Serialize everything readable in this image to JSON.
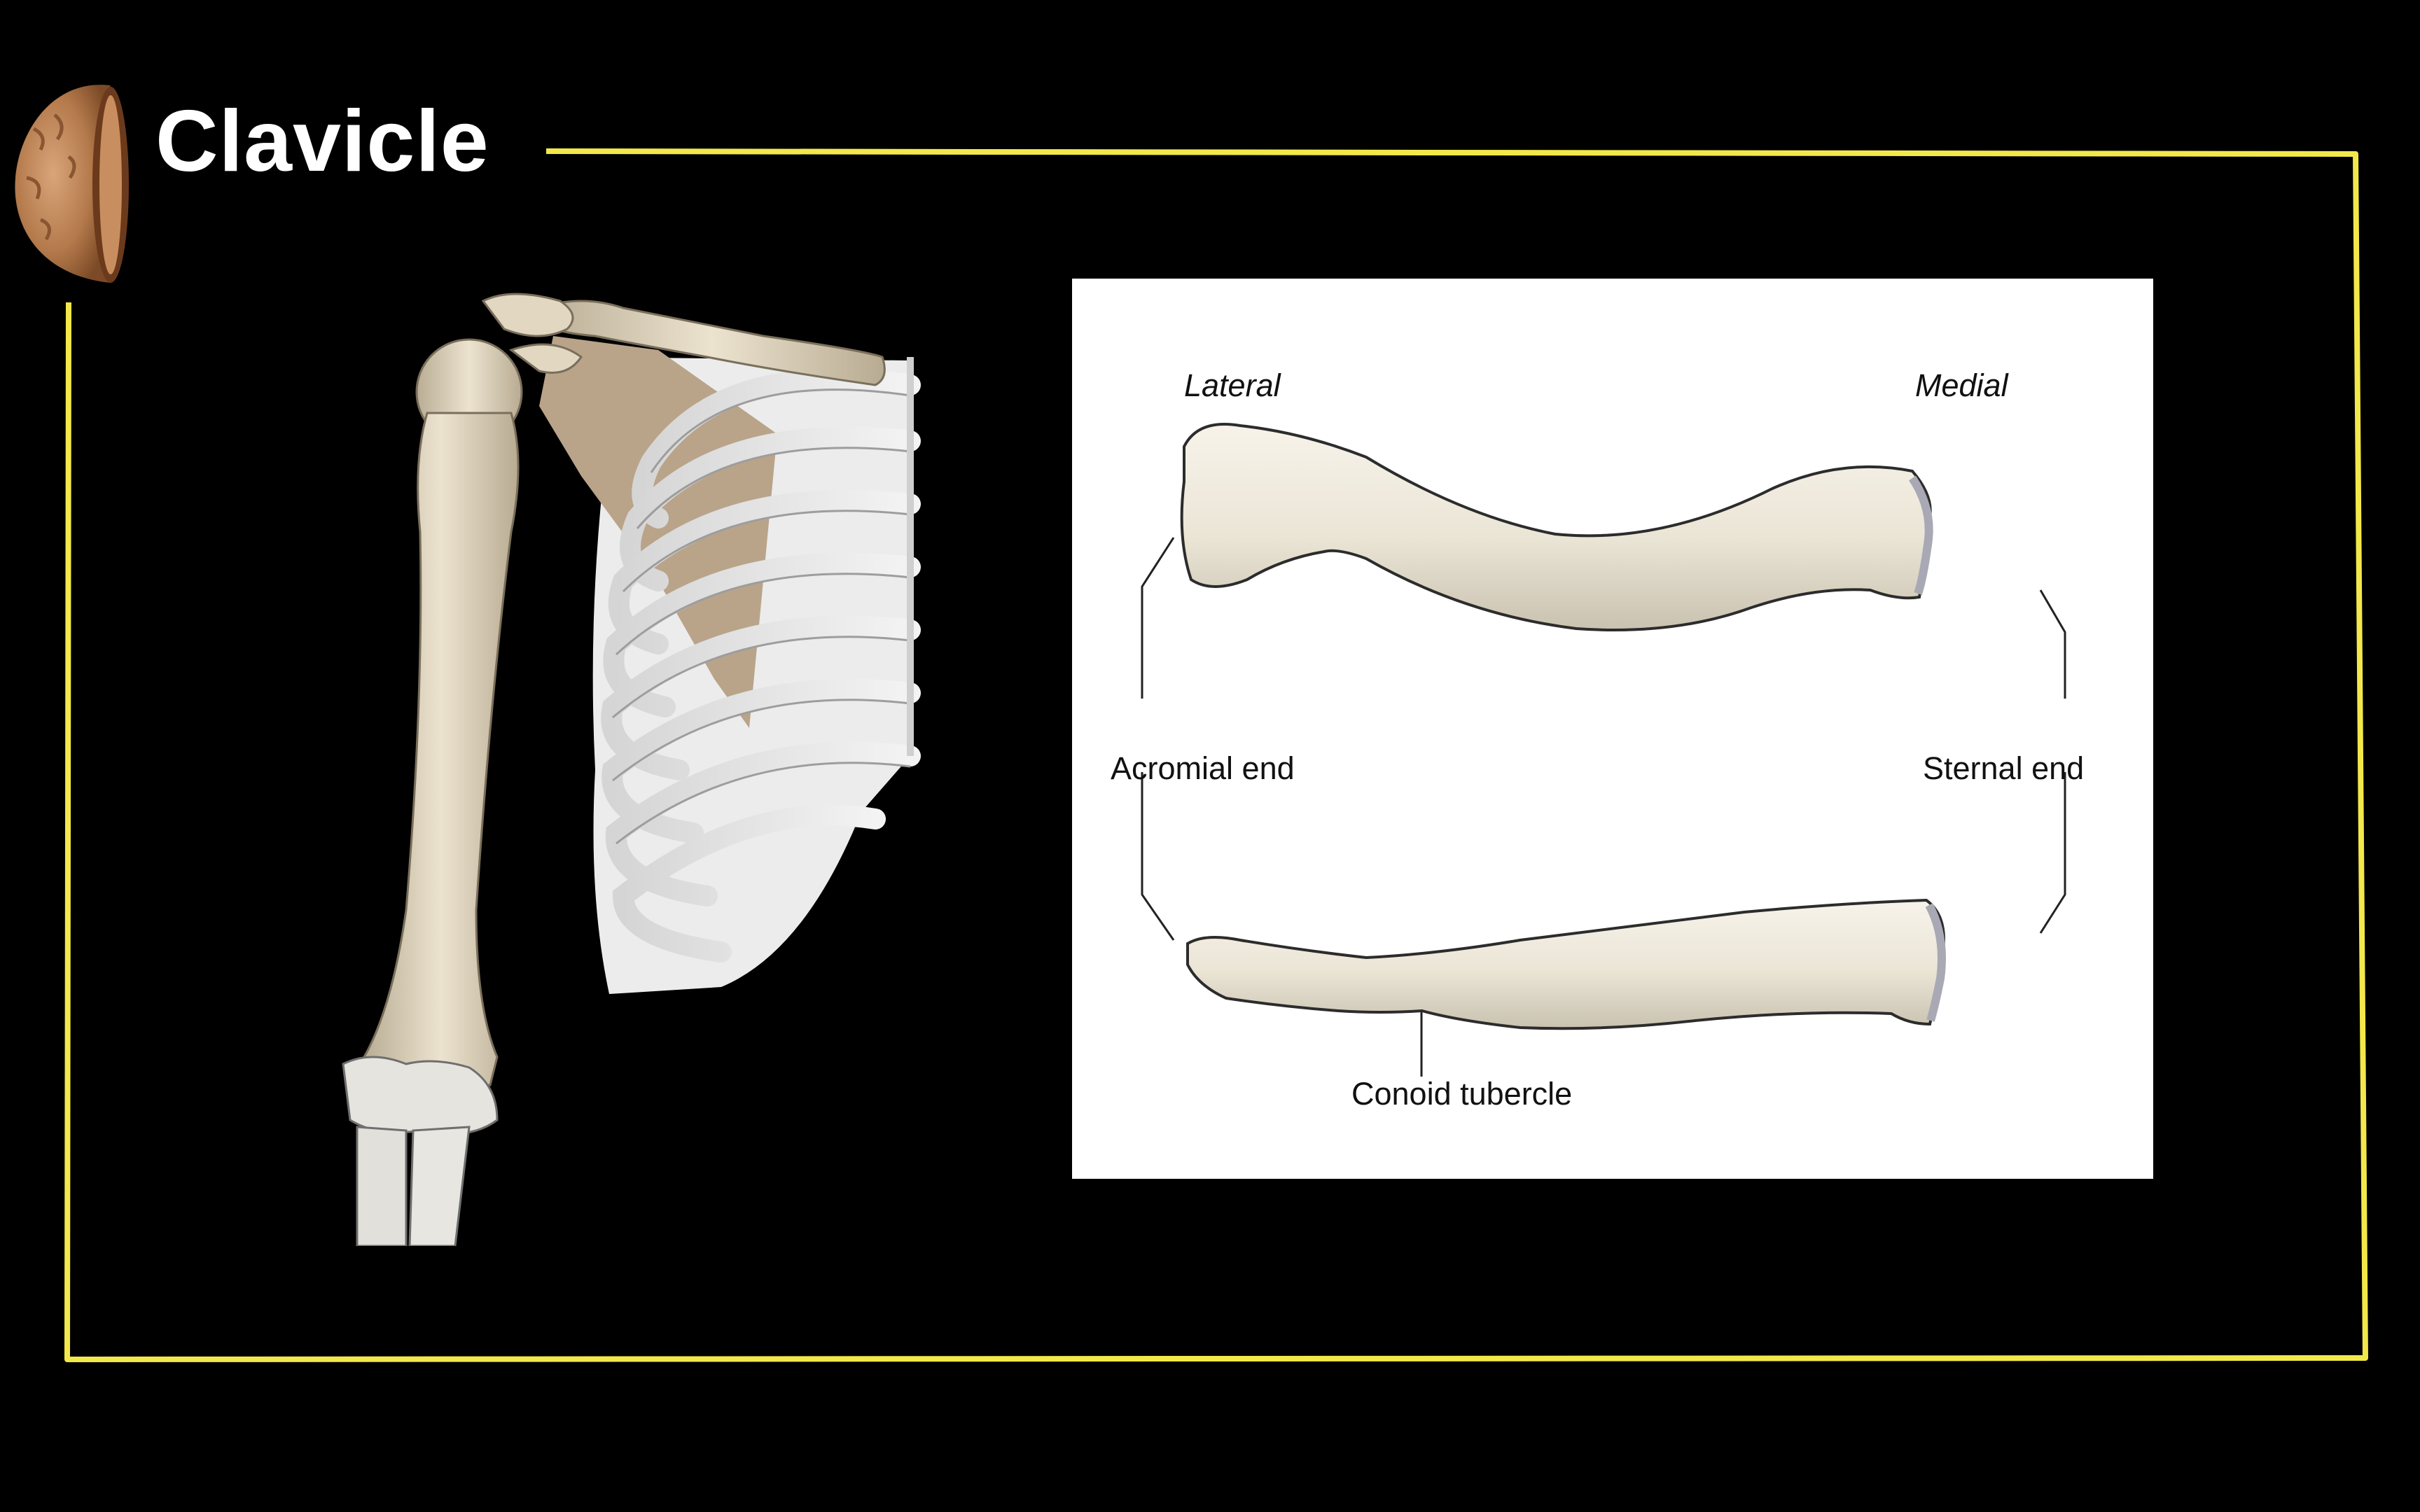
{
  "slide": {
    "title": "Clavicle",
    "accent_color": "#f2e84a",
    "background_color": "#000000"
  },
  "logo": {
    "icon": "walnut-shell-icon"
  },
  "left_figure": {
    "icon": "shoulder-skeleton-illustration"
  },
  "diagram": {
    "background_color": "#ffffff",
    "labels": {
      "lateral": "Lateral",
      "medial": "Medial",
      "acromial_end": "Acromial end",
      "sternal_end": "Sternal end",
      "conoid_tubercle": "Conoid tubercle"
    }
  }
}
